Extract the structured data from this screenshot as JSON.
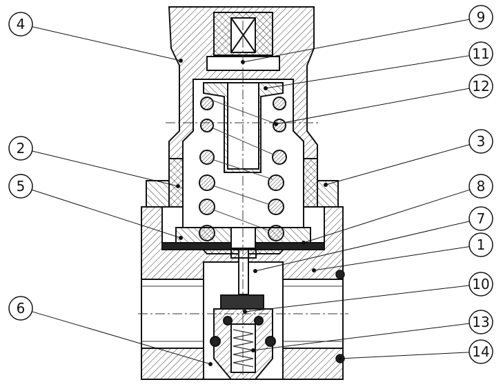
{
  "diagram": {
    "callouts": [
      {
        "id": "c4",
        "label": "4"
      },
      {
        "id": "c9",
        "label": "9"
      },
      {
        "id": "c11",
        "label": "11"
      },
      {
        "id": "c12",
        "label": "12"
      },
      {
        "id": "c2",
        "label": "2"
      },
      {
        "id": "c3",
        "label": "3"
      },
      {
        "id": "c5",
        "label": "5"
      },
      {
        "id": "c8",
        "label": "8"
      },
      {
        "id": "c7",
        "label": "7"
      },
      {
        "id": "c1",
        "label": "1"
      },
      {
        "id": "c6",
        "label": "6"
      },
      {
        "id": "c10",
        "label": "10"
      },
      {
        "id": "c13",
        "label": "13"
      },
      {
        "id": "c14",
        "label": "14"
      }
    ]
  }
}
